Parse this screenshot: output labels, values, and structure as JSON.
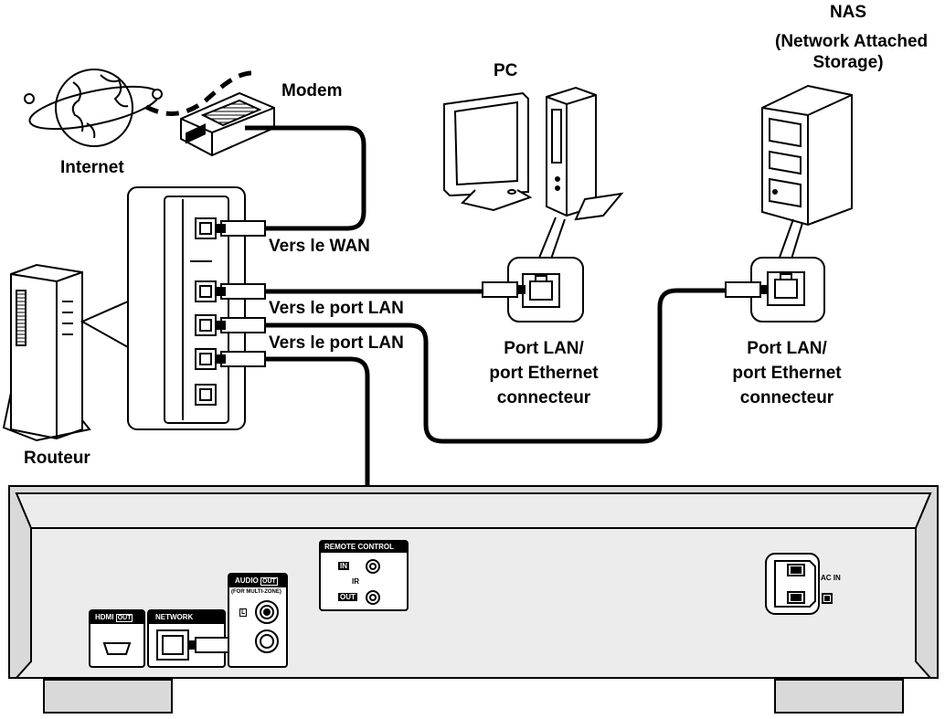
{
  "labels": {
    "nas_title": "NAS",
    "nas_subtitle_1": "(Network Attached",
    "nas_subtitle_2": "Storage)",
    "pc": "PC",
    "modem": "Modem",
    "internet": "Internet",
    "routeur": "Routeur",
    "vers_wan": "Vers le WAN",
    "vers_lan_1": "Vers le port LAN",
    "vers_lan_2": "Vers le port LAN",
    "pc_port_1": "Port LAN/",
    "pc_port_2": "port Ethernet",
    "pc_port_3": "connecteur",
    "nas_port_1": "Port LAN/",
    "nas_port_2": "port Ethernet",
    "nas_port_3": "connecteur"
  },
  "rear_panel": {
    "hdmi": "HDMI",
    "hdmi_out": "OUT",
    "network": "NETWORK",
    "audio": "AUDIO",
    "audio_out": "OUT",
    "audio_sub": "(FOR MULTI-ZONE)",
    "audio_l": "L",
    "remote_control": "REMOTE CONTROL",
    "remote_in": "IN",
    "remote_ir": "IR",
    "remote_out": "OUT",
    "ac_in": "AC IN"
  },
  "colors": {
    "line": "#000000",
    "panel_fill": "#d9d9d9",
    "panel_light": "#ececec"
  }
}
